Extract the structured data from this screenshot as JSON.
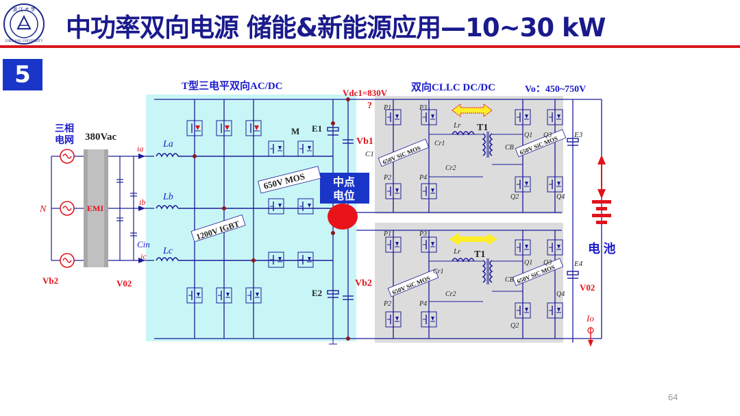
{
  "title": "中功率双向电源 储能&新能源应用—10~30 kW",
  "slide_number_badge": "5",
  "page_number": "64",
  "diagram": {
    "section_tdc": "T型三电平双向AC/DC",
    "section_clllc": "双向CLLC  DC/DC",
    "vo_label": "Vo：450~750V",
    "vdc1_label": "Vdc1=830V",
    "question_mark": "?",
    "grid_label_line1": "三相",
    "grid_label_line2": "电网",
    "vac_label": "380Vac",
    "n_label": "N",
    "emi_label": "EMI",
    "ia": "ia",
    "ib": "ib",
    "ic": "ic",
    "la": "La",
    "lb": "Lb",
    "lc": "Lc",
    "cin": "Cin",
    "m_label": "M",
    "e1": "E1",
    "e2": "E2",
    "vb1": "Vb1",
    "vb2_mid": "Vb2",
    "vb2_left": "Vb2",
    "v02_left": "V02",
    "v02_right": "V02",
    "c1": "C1",
    "mos650_label": "650V  MOS",
    "igbt_label": "1200V  IGBT",
    "midpoint_line1": "中点",
    "midpoint_line2": "电位",
    "lr": "Lr",
    "t1": "T1",
    "cr1": "Cr1",
    "cr2": "Cr2",
    "cb": "CB",
    "p1": "P1",
    "p2": "P2",
    "p3": "P3",
    "p4": "P4",
    "q1": "Q1",
    "q2": "Q2",
    "q3": "Q3",
    "q4": "Q4",
    "e3": "E3",
    "e4": "E4",
    "sic_mos": "650V SiC MOS",
    "battery_label": "电 池",
    "io": "Io"
  },
  "colors": {
    "title": "#1a1a8c",
    "accent_red": "#d9151b",
    "badge_blue": "#1a36c8",
    "cyan_panel": "#c8f6f6",
    "gray_panel": "#dcdcdc",
    "wire": "#1a1a99"
  }
}
